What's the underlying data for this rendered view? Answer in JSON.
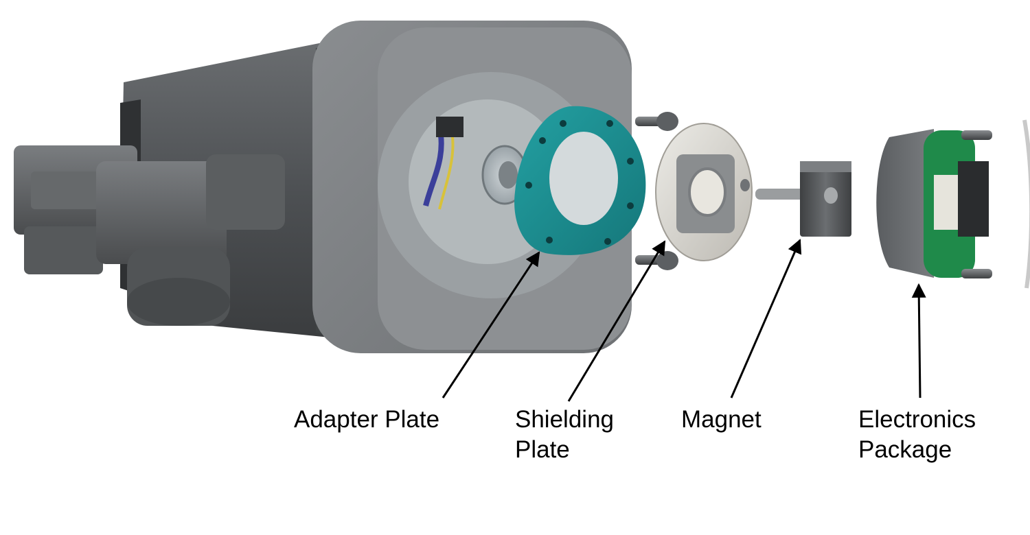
{
  "labels": {
    "adapter_plate": "Adapter Plate",
    "shielding_plate_line1": "Shielding",
    "shielding_plate_line2": "Plate",
    "magnet": "Magnet",
    "electronics_package_line1": "Electronics",
    "electronics_package_line2": "Package"
  },
  "colors": {
    "housing": "#5f6264",
    "adapter_plate": "#1a8a8c",
    "shielding_plate": "#d8d6d0",
    "magnet": "#4a4c4e",
    "pcb": "#1f8a4a",
    "arrow": "#000000"
  }
}
